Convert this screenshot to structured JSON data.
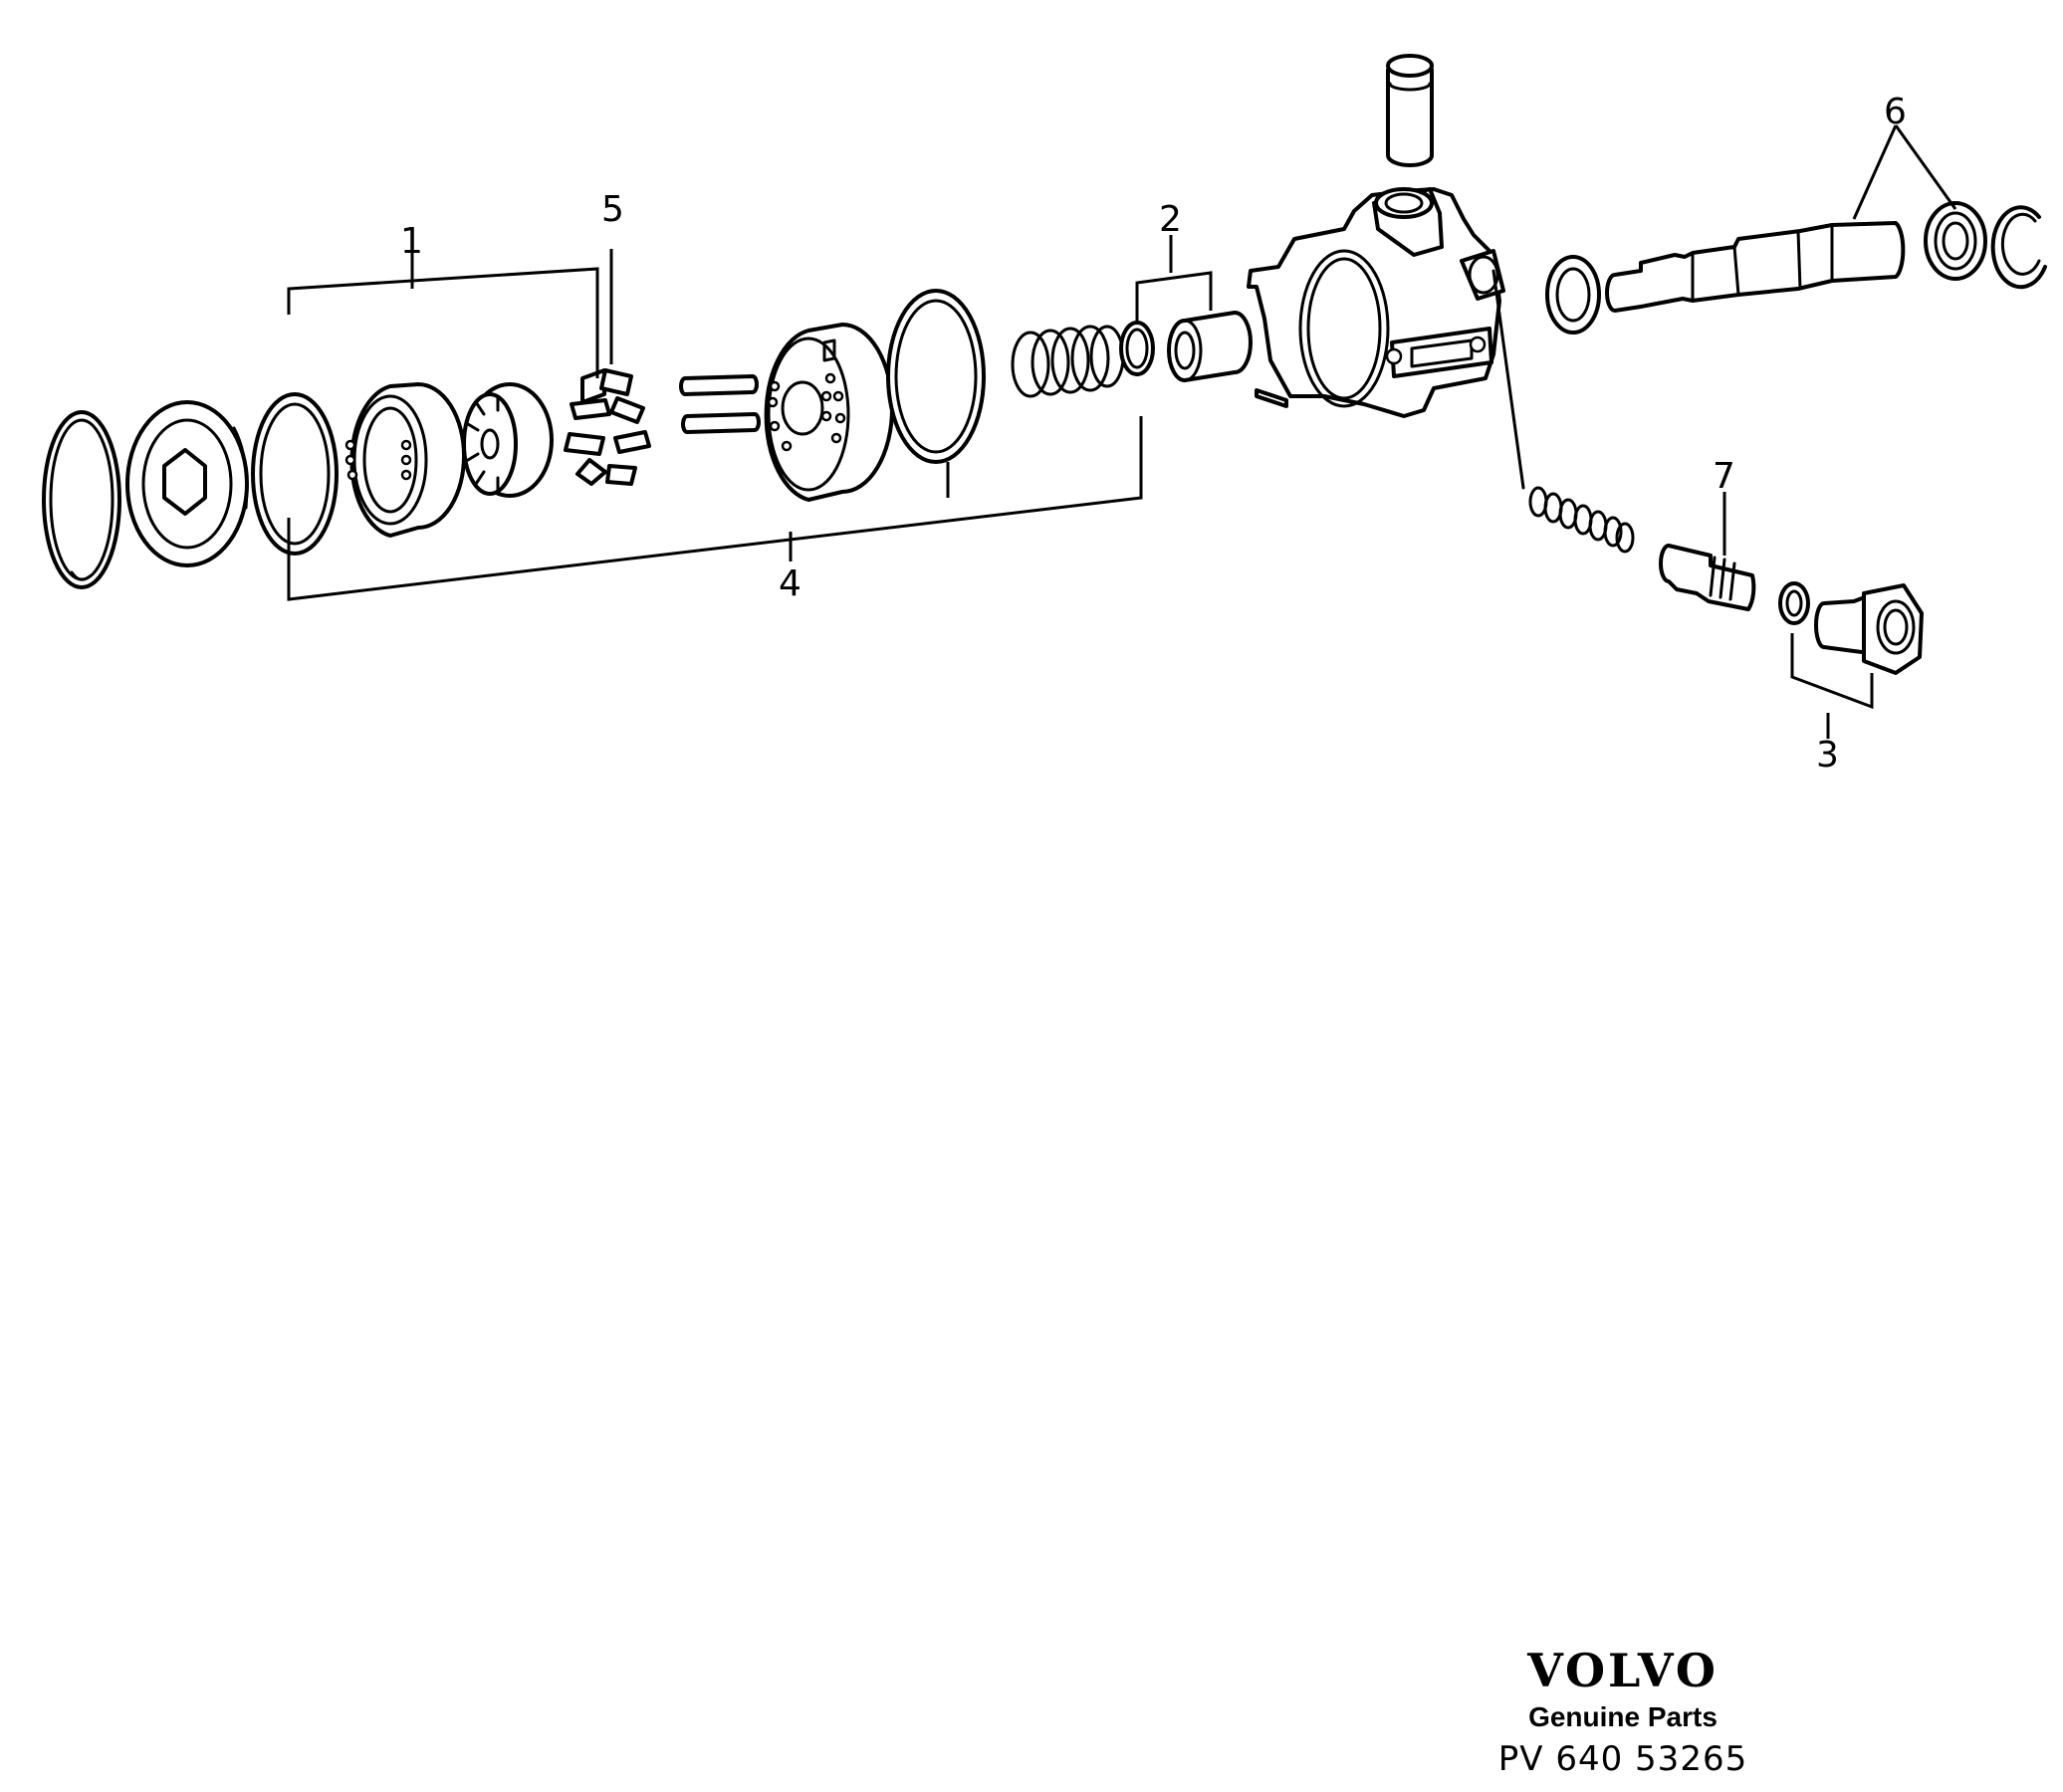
{
  "callouts": {
    "c1": "1",
    "c2": "2",
    "c3": "3",
    "c4": "4",
    "c5": "5",
    "c6": "6",
    "c7": "7"
  },
  "brand": {
    "logo": "VOLVO",
    "tagline": "Genuine Parts",
    "code": "PV 640 53265"
  }
}
